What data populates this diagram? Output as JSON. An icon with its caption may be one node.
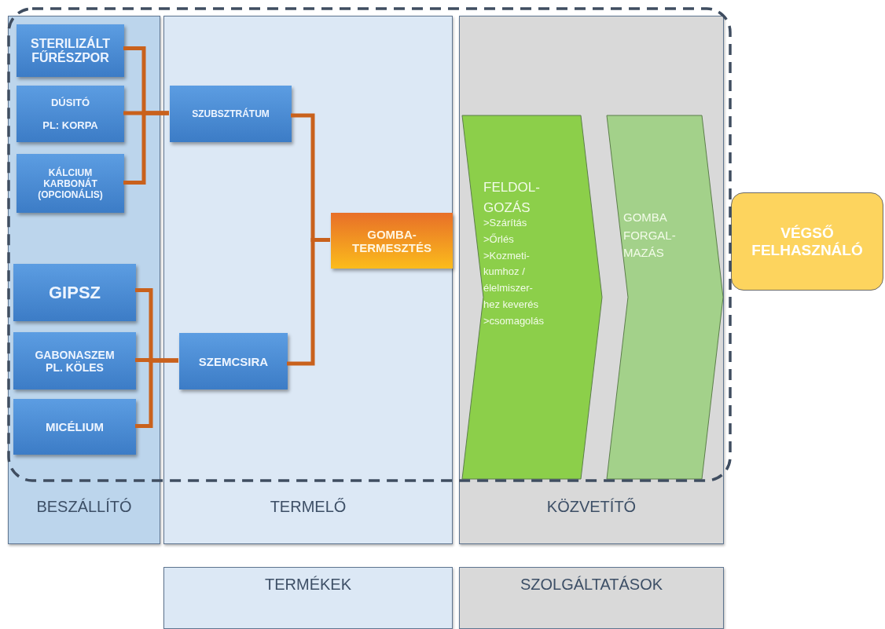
{
  "diagram": {
    "nodes": [
      {
        "text": [
          "BESZÁLLÍTÓ"
        ]
      },
      {
        "text": [
          "TERMELŐ"
        ]
      },
      {
        "text": [
          "KÖZVETÍTŐ"
        ]
      },
      {
        "text": [
          "STERILIZÁLT FŰRÉSZPOR"
        ],
        "in": 0
      },
      {
        "text": [
          "DÚSITÓ",
          "PL: KORPA"
        ],
        "in": 0
      },
      {
        "text": [
          "KÁLCIUM KARBONÁT (OPCIONÁLIS)"
        ],
        "in": 0
      },
      {
        "text": [
          "GIPSZ"
        ],
        "in": 0
      },
      {
        "text": [
          "GABONASZEM PL. KÖLES"
        ],
        "in": 0
      },
      {
        "text": [
          "MICÉLIUM"
        ],
        "in": 0
      },
      {
        "text": [
          "SZUBSZTRÁTUM"
        ],
        "in": 1
      },
      {
        "text": [
          "SZEMCSIRA"
        ],
        "in": 1
      },
      {
        "text": [
          "GOMBA- TERMESZTÉS"
        ],
        "in": 1
      },
      {
        "text": [
          "FELDOL- GOZÁS",
          ">Szárítás >Őrlés >Kozmeti- kumhoz / élelmiszer- hez keverés >csomagolás"
        ],
        "in": 2
      },
      {
        "text": [
          "GOMBA FORGAL- MAZÁS"
        ],
        "in": 2
      },
      {
        "text": [
          "VÉGSŐ FELHASZNÁLÓ"
        ]
      },
      {
        "text": [
          "TERMÉKEK"
        ]
      },
      {
        "text": [
          "SZOLGÁLTATÁSOK"
        ]
      }
    ],
    "edges": [
      {
        "from": 3,
        "to": 9,
        "arrow": "none"
      },
      {
        "from": 4,
        "to": 9,
        "arrow": "none"
      },
      {
        "from": 5,
        "to": 9,
        "arrow": "none"
      },
      {
        "from": 6,
        "to": 10,
        "arrow": "none"
      },
      {
        "from": 7,
        "to": 10,
        "arrow": "none"
      },
      {
        "from": 8,
        "to": 10,
        "arrow": "none"
      },
      {
        "from": 9,
        "to": 11,
        "arrow": "none"
      },
      {
        "from": 10,
        "to": 11,
        "arrow": "none"
      }
    ]
  }
}
